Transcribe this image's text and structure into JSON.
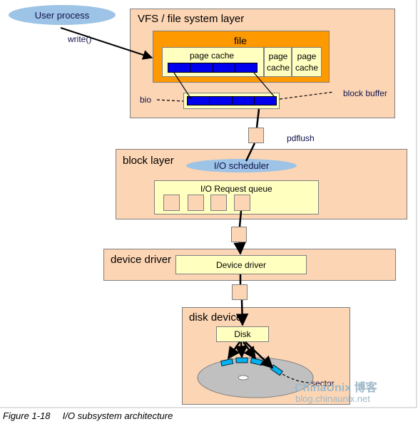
{
  "vfs": {
    "title": "VFS / file system layer",
    "file_title": "file",
    "page_cache_main": "page cache",
    "page_cache_2": "page cache",
    "page_cache_3": "page cache",
    "bio_label": "bio",
    "block_buffer_label": "block buffer"
  },
  "user_process": {
    "label": "User process",
    "call_label": "write()"
  },
  "pdflush_label": "pdflush",
  "block_layer": {
    "title": "block layer",
    "scheduler_label": "I/O scheduler",
    "queue_label": "I/O Request queue"
  },
  "device_driver": {
    "title": "device driver",
    "inner_label": "Device driver"
  },
  "disk_device": {
    "title": "disk device",
    "disk_label": "Disk",
    "sector_label": "sector"
  },
  "caption": {
    "figure_no": "Figure 1-18",
    "title": "I/O subsystem architecture"
  },
  "watermark": {
    "brand": "ChinaUnix 博客",
    "url": "blog.chinaunix.net"
  },
  "colors": {
    "layer_fill": "#fcd5b4",
    "file_fill": "#ff9900",
    "inner_fill": "#ffffc0",
    "block_fill": "#0000ee",
    "ellipse_fill": "#9dc3e6",
    "sector_fill": "#00b0f0",
    "platter_fill": "#c0c0c0"
  }
}
